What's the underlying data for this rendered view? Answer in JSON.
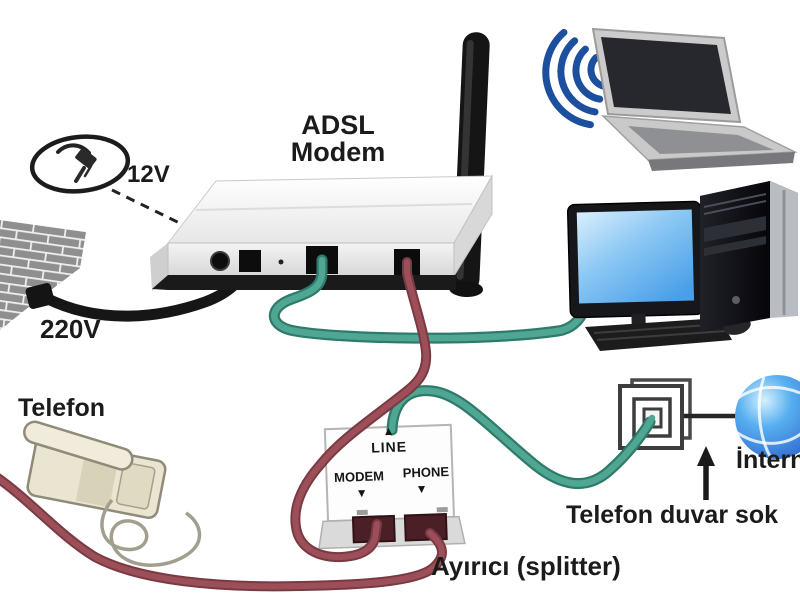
{
  "diagram": {
    "modem_title": {
      "line1": "ADSL",
      "line2": "Modem"
    },
    "labels": {
      "dc_power": "12V",
      "ac_power": "220V",
      "telephone": "Telefon",
      "splitter_caption": "Ayırıcı (splitter)",
      "wall_socket_caption": "Telefon duvar sok",
      "internet": "İntern"
    },
    "splitter_ports": {
      "line": "LINE",
      "modem": "MODEM",
      "phone": "PHONE",
      "arrow_up": "▲",
      "arrow_down": "▼"
    },
    "colors": {
      "ethernet_cable": "#4fa693",
      "ethernet_cable_dark": "#2e7b6a",
      "phone_cable": "#9c4f58",
      "phone_cable_dark": "#7a3a43",
      "power_cable": "#161616",
      "wifi": "#1d4f9f",
      "monitor_screen": "#4a9fe8",
      "globe_blue": "#2759c9"
    }
  }
}
